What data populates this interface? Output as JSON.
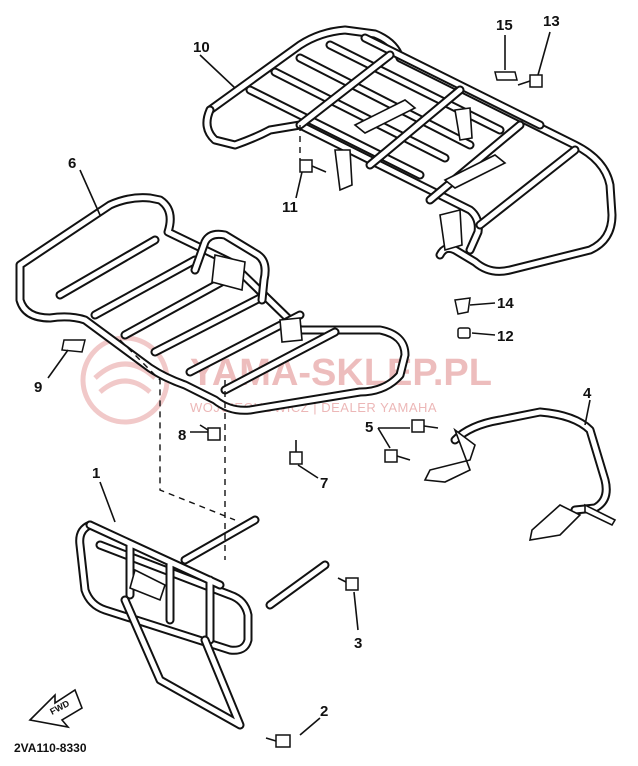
{
  "diagram_code": "2VA110-8330",
  "watermark": {
    "title": "YAMA-SKLEP.PL",
    "subtitle": "WOJCIECHOWICZ | DEALER YAMAHA"
  },
  "fwd_label": "FWD",
  "parts": [
    {
      "id": "1",
      "label": "1"
    },
    {
      "id": "2",
      "label": "2"
    },
    {
      "id": "3",
      "label": "3"
    },
    {
      "id": "4",
      "label": "4"
    },
    {
      "id": "5",
      "label": "5"
    },
    {
      "id": "6",
      "label": "6"
    },
    {
      "id": "7",
      "label": "7"
    },
    {
      "id": "8",
      "label": "8"
    },
    {
      "id": "9",
      "label": "9"
    },
    {
      "id": "10",
      "label": "10"
    },
    {
      "id": "11",
      "label": "11"
    },
    {
      "id": "12",
      "label": "12"
    },
    {
      "id": "13",
      "label": "13"
    },
    {
      "id": "14",
      "label": "14"
    },
    {
      "id": "15",
      "label": "15"
    }
  ]
}
